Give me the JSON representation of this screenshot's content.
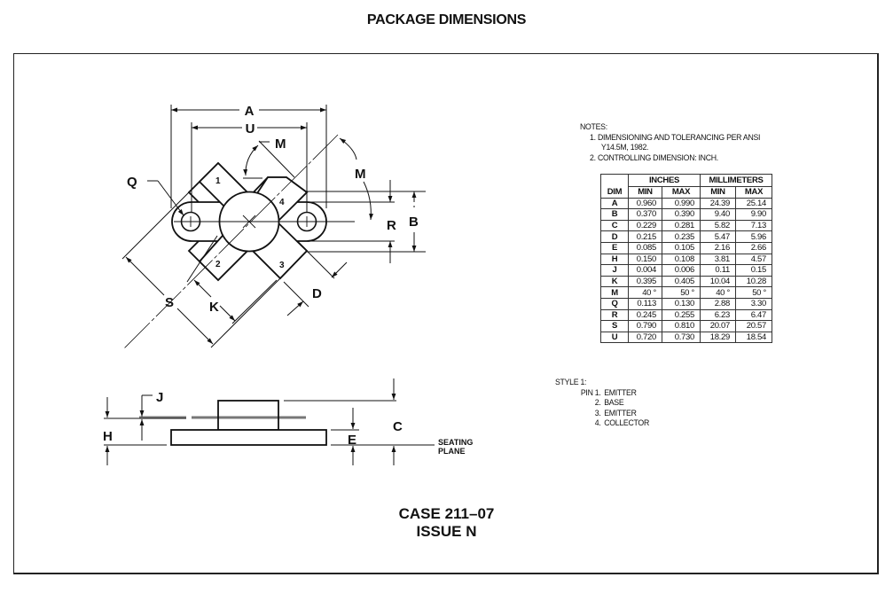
{
  "page_title": "PACKAGE DIMENSIONS",
  "drawing": {
    "top_view_labels": {
      "A": "A",
      "U": "U",
      "M_inner": "M",
      "M_outer": "M",
      "Q": "Q",
      "R": "R",
      "B": "B",
      "S": "S",
      "K": "K",
      "D": "D"
    },
    "pin_numbers": [
      "1",
      "2",
      "3",
      "4"
    ],
    "side_view_labels": {
      "J": "J",
      "H": "H",
      "E": "E",
      "C": "C",
      "seating_plane_line1": "SEATING",
      "seating_plane_line2": "PLANE"
    }
  },
  "notes": {
    "heading": "NOTES:",
    "items": [
      {
        "num": "1.",
        "line1": "DIMENSIONING AND TOLERANCING PER ANSI",
        "line2": "Y14.5M, 1982."
      },
      {
        "num": "2.",
        "line1": "CONTROLLING DIMENSION: INCH.",
        "line2": ""
      }
    ]
  },
  "dimension_table": {
    "group_headers": [
      "INCHES",
      "MILLIMETERS"
    ],
    "columns": [
      "DIM",
      "MIN",
      "MAX",
      "MIN",
      "MAX"
    ],
    "rows": [
      [
        "A",
        "0.960",
        "0.990",
        "24.39",
        "25.14"
      ],
      [
        "B",
        "0.370",
        "0.390",
        "9.40",
        "9.90"
      ],
      [
        "C",
        "0.229",
        "0.281",
        "5.82",
        "7.13"
      ],
      [
        "D",
        "0.215",
        "0.235",
        "5.47",
        "5.96"
      ],
      [
        "E",
        "0.085",
        "0.105",
        "2.16",
        "2.66"
      ],
      [
        "H",
        "0.150",
        "0.108",
        "3.81",
        "4.57"
      ],
      [
        "J",
        "0.004",
        "0.006",
        "0.11",
        "0.15"
      ],
      [
        "K",
        "0.395",
        "0.405",
        "10.04",
        "10.28"
      ],
      [
        "M",
        "40 °",
        "50 °",
        "40 °",
        "50 °"
      ],
      [
        "Q",
        "0.113",
        "0.130",
        "2.88",
        "3.30"
      ],
      [
        "R",
        "0.245",
        "0.255",
        "6.23",
        "6.47"
      ],
      [
        "S",
        "0.790",
        "0.810",
        "20.07",
        "20.57"
      ],
      [
        "U",
        "0.720",
        "0.730",
        "18.29",
        "18.54"
      ]
    ]
  },
  "style": {
    "heading": "STYLE 1:",
    "pins": [
      {
        "label": "PIN 1.",
        "name": "EMITTER"
      },
      {
        "label": "2.",
        "name": "BASE"
      },
      {
        "label": "3.",
        "name": "EMITTER"
      },
      {
        "label": "4.",
        "name": "COLLECTOR"
      }
    ]
  },
  "case": {
    "line1": "CASE 211–07",
    "line2": "ISSUE N"
  }
}
